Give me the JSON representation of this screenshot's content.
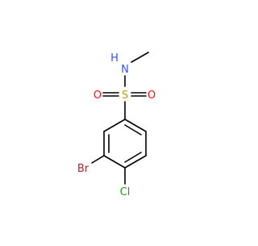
{
  "molecule": {
    "atoms": {
      "nh": {
        "label": "N",
        "sublabel": "H",
        "color": "#3050F8"
      },
      "s": {
        "label": "S",
        "color": "#B8A100"
      },
      "o_left": {
        "label": "O",
        "color": "#FF0D0D"
      },
      "o_right": {
        "label": "O",
        "color": "#FF0D0D"
      },
      "br": {
        "label": "Br",
        "color": "#A62929"
      },
      "cl": {
        "label": "Cl",
        "color": "#1FA01F"
      }
    },
    "bond_color": "#000000"
  }
}
